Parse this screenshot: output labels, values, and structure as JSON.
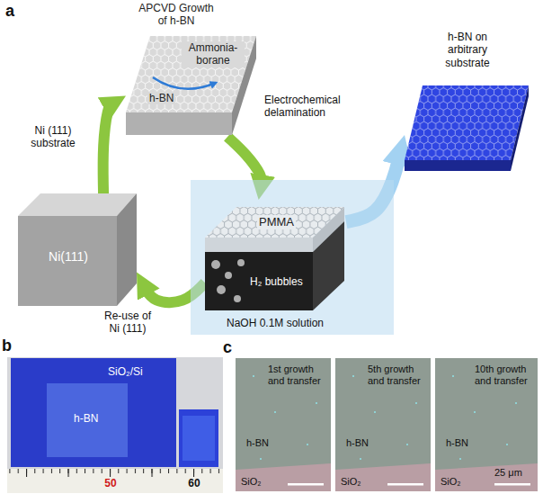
{
  "diagram": {
    "nodes": [
      {
        "text": [
          "Ni(111)"
        ]
      },
      {
        "text": [
          "APCVD Growth of h-BN",
          "Ammonia-borane",
          "h-BN"
        ]
      },
      {
        "text": [
          "NaOH 0.1M solution"
        ]
      },
      {
        "text": [
          "PMMA",
          "H₂ bubbles"
        ],
        "in": 2
      },
      {
        "text": [
          "h-BN on arbitrary substrate"
        ]
      },
      {
        "text": [
          "SiO₂/Si"
        ]
      },
      {
        "text": [
          "h-BN"
        ],
        "in": 5
      },
      {
        "text": [
          "1st growth and transfer",
          "h-BN",
          "SiO₂"
        ]
      },
      {
        "text": [
          "5th growth and transfer",
          "h-BN",
          "SiO₂"
        ]
      },
      {
        "text": [
          "10th growth and transfer",
          "h-BN",
          "SiO₂",
          "25 μm"
        ]
      }
    ],
    "edges": [
      {
        "from": 0,
        "to": 1,
        "arrow": "to",
        "label": "Ni (111) substrate"
      },
      {
        "from": 1,
        "to": 3,
        "arrow": "to",
        "label": "Electrochemical delamination"
      },
      {
        "from": 3,
        "to": 0,
        "arrow": "to",
        "label": "Re-use of Ni (111)"
      },
      {
        "from": 3,
        "to": 4,
        "arrow": "to"
      }
    ],
    "labels": [
      "a",
      "b",
      "c",
      "50",
      "60"
    ]
  }
}
